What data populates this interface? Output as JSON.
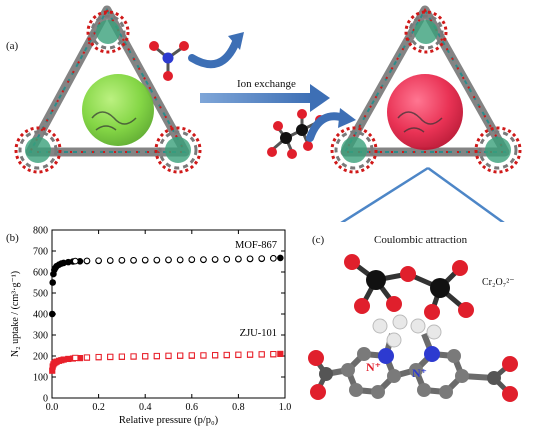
{
  "panel_a": {
    "label": "(a)",
    "arrow_label": "Ion exchange"
  },
  "panel_b": {
    "label": "(b)"
  },
  "panel_c": {
    "label": "(c)",
    "title": "Coulombic attraction",
    "anion_label": "Cr₂O₇²⁻",
    "n_plus_1": "N⁺",
    "n_plus_2": "N⁺"
  },
  "chart_data": {
    "type": "scatter",
    "xlabel": "Relative pressure (p/p₀)",
    "ylabel": "N₂ uptake / (cm³·g⁻¹)",
    "xlim": [
      0.0,
      1.0
    ],
    "ylim": [
      0,
      800
    ],
    "xticks": [
      "0.0",
      "0.2",
      "0.4",
      "0.6",
      "0.8",
      "1.0"
    ],
    "yticks": [
      "0",
      "100",
      "200",
      "300",
      "400",
      "500",
      "600",
      "700",
      "800"
    ],
    "grid": false,
    "series": [
      {
        "name": "MOF-867",
        "color": "#000000",
        "marker": "circle",
        "adsorption": {
          "x": [
            0.001,
            0.003,
            0.006,
            0.01,
            0.015,
            0.02,
            0.03,
            0.04,
            0.05,
            0.07,
            0.09,
            0.12,
            0.15,
            0.2,
            0.25,
            0.3,
            0.35,
            0.4,
            0.45,
            0.5,
            0.55,
            0.6,
            0.65,
            0.7,
            0.75,
            0.8,
            0.85,
            0.9,
            0.95,
            0.98
          ],
          "y": [
            400,
            550,
            590,
            610,
            620,
            628,
            635,
            640,
            643,
            647,
            650,
            651,
            652,
            653,
            654,
            655,
            655,
            656,
            656,
            657,
            657,
            658,
            658,
            659,
            660,
            661,
            662,
            663,
            665,
            667
          ]
        },
        "desorption": {
          "x": [
            0.95,
            0.9,
            0.85,
            0.8,
            0.75,
            0.7,
            0.65,
            0.6,
            0.55,
            0.5,
            0.45,
            0.4,
            0.35,
            0.3,
            0.25,
            0.2,
            0.15,
            0.1
          ],
          "y": [
            665,
            664,
            663,
            662,
            661,
            660,
            659,
            659,
            658,
            658,
            657,
            657,
            656,
            656,
            655,
            654,
            653,
            652
          ]
        }
      },
      {
        "name": "ZJU-101",
        "color": "#e8202a",
        "marker": "square",
        "adsorption": {
          "x": [
            0.001,
            0.003,
            0.006,
            0.01,
            0.015,
            0.02,
            0.03,
            0.04,
            0.05,
            0.07,
            0.09,
            0.12,
            0.15,
            0.2,
            0.25,
            0.3,
            0.35,
            0.4,
            0.45,
            0.5,
            0.55,
            0.6,
            0.65,
            0.7,
            0.75,
            0.8,
            0.85,
            0.9,
            0.95,
            0.98
          ],
          "y": [
            130,
            150,
            160,
            166,
            170,
            173,
            177,
            180,
            183,
            186,
            188,
            190,
            192,
            194,
            195,
            196,
            197,
            198,
            199,
            200,
            201,
            201,
            202,
            203,
            204,
            205,
            206,
            207,
            208,
            210
          ]
        },
        "desorption": {
          "x": [
            0.95,
            0.9,
            0.85,
            0.8,
            0.75,
            0.7,
            0.65,
            0.6,
            0.55,
            0.5,
            0.45,
            0.4,
            0.35,
            0.3,
            0.25,
            0.2,
            0.15,
            0.1
          ],
          "y": [
            209,
            208,
            207,
            206,
            205,
            204,
            203,
            203,
            202,
            201,
            200,
            199,
            198,
            197,
            196,
            195,
            193,
            191
          ]
        }
      }
    ]
  }
}
